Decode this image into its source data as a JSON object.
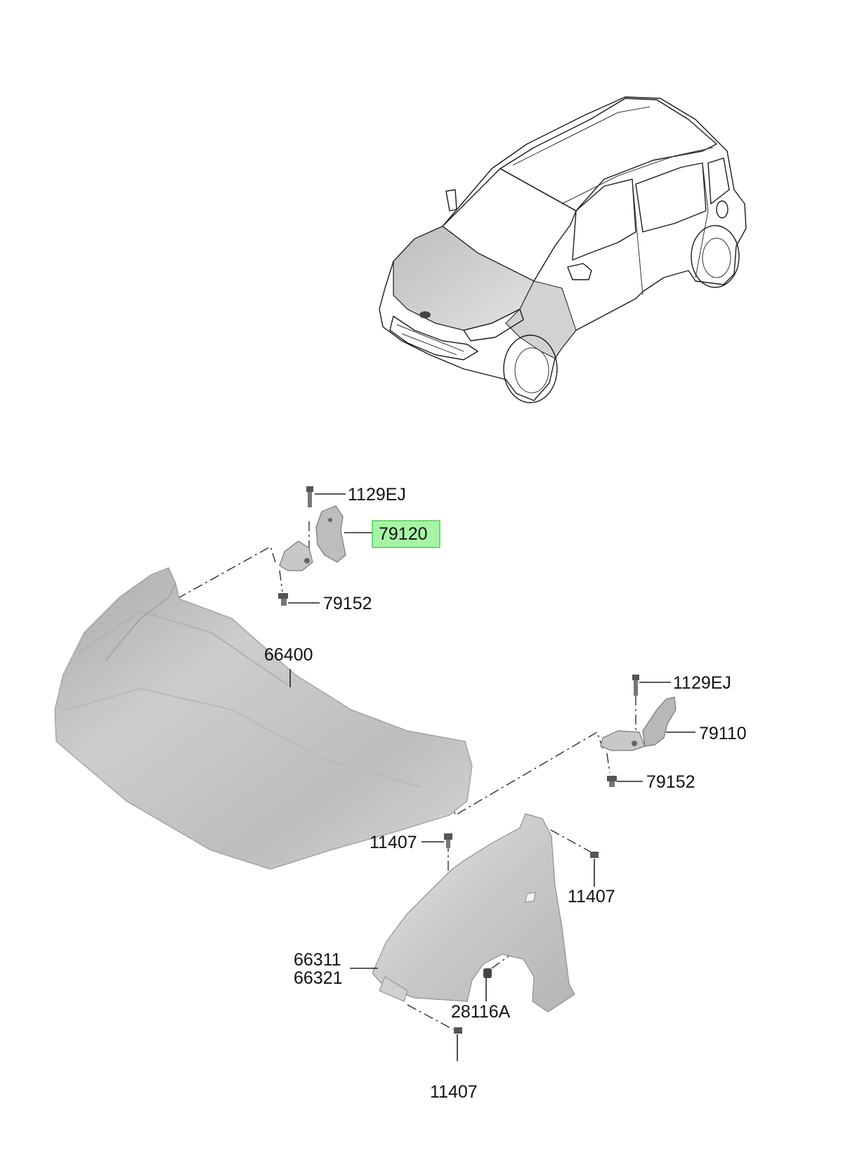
{
  "labels": {
    "hinge_bolt_left": "1129EJ",
    "hinge_left": "79120",
    "hinge_nut_left": "79152",
    "hood": "66400",
    "hinge_bolt_right": "1129EJ",
    "hinge_right": "79110",
    "hinge_nut_right": "79152",
    "fender_bolt_top": "11407",
    "fender_bolt_side": "11407",
    "fender_left": "66311",
    "fender_right": "66321",
    "fender_nut": "28116A",
    "fender_bolt_bottom": "11407"
  },
  "colors": {
    "highlight_fill": "#a6f5a6",
    "highlight_border": "#55cc55",
    "part_fill": "#c4c4c4",
    "part_shade": "#9a9a9a",
    "line": "#222222"
  }
}
